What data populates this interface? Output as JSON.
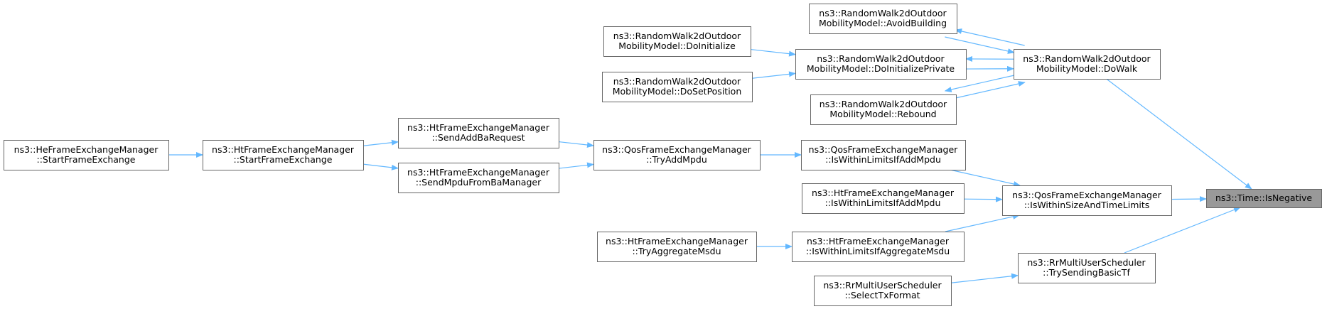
{
  "colors": {
    "edge": "#63b8ff",
    "node_border": "#666666",
    "node_fill": "#ffffff",
    "root_fill": "#999999"
  },
  "nodes": [
    {
      "id": "is_negative",
      "lines": [
        "ns3::Time::IsNegative"
      ],
      "root": true
    },
    {
      "id": "do_walk",
      "lines": [
        "ns3::RandomWalk2dOutdoor",
        "MobilityModel::DoWalk"
      ]
    },
    {
      "id": "avoid_building",
      "lines": [
        "ns3::RandomWalk2dOutdoor",
        "MobilityModel::AvoidBuilding"
      ]
    },
    {
      "id": "do_initialize_private",
      "lines": [
        "ns3::RandomWalk2dOutdoor",
        "MobilityModel::DoInitializePrivate"
      ]
    },
    {
      "id": "rebound",
      "lines": [
        "ns3::RandomWalk2dOutdoor",
        "MobilityModel::Rebound"
      ]
    },
    {
      "id": "do_initialize",
      "lines": [
        "ns3::RandomWalk2dOutdoor",
        "MobilityModel::DoInitialize"
      ]
    },
    {
      "id": "do_set_position",
      "lines": [
        "ns3::RandomWalk2dOutdoor",
        "MobilityModel::DoSetPosition"
      ]
    },
    {
      "id": "qos_is_within_size",
      "lines": [
        "ns3::QosFrameExchangeManager",
        "::IsWithinSizeAndTimeLimits"
      ]
    },
    {
      "id": "qos_is_within_limits_add",
      "lines": [
        "ns3::QosFrameExchangeManager",
        "::IsWithinLimitsIfAddMpdu"
      ]
    },
    {
      "id": "ht_is_within_limits_add",
      "lines": [
        "ns3::HtFrameExchangeManager",
        "::IsWithinLimitsIfAddMpdu"
      ]
    },
    {
      "id": "ht_is_within_limits_agg",
      "lines": [
        "ns3::HtFrameExchangeManager",
        "::IsWithinLimitsIfAggregateMsdu"
      ]
    },
    {
      "id": "qos_try_add_mpdu",
      "lines": [
        "ns3::QosFrameExchangeManager",
        "::TryAddMpdu"
      ]
    },
    {
      "id": "ht_send_add_ba",
      "lines": [
        "ns3::HtFrameExchangeManager",
        "::SendAddBaRequest"
      ]
    },
    {
      "id": "ht_send_mpdu_ba",
      "lines": [
        "ns3::HtFrameExchangeManager",
        "::SendMpduFromBaManager"
      ]
    },
    {
      "id": "ht_start_frame",
      "lines": [
        "ns3::HtFrameExchangeManager",
        "::StartFrameExchange"
      ]
    },
    {
      "id": "he_start_frame",
      "lines": [
        "ns3::HeFrameExchangeManager",
        "::StartFrameExchange"
      ]
    },
    {
      "id": "ht_try_agg_msdu",
      "lines": [
        "ns3::HtFrameExchangeManager",
        "::TryAggregateMsdu"
      ]
    },
    {
      "id": "rr_try_sending",
      "lines": [
        "ns3::RrMultiUserScheduler",
        "::TrySendingBasicTf"
      ]
    },
    {
      "id": "rr_select_tx",
      "lines": [
        "ns3::RrMultiUserScheduler",
        "::SelectTxFormat"
      ]
    }
  ],
  "edges": [
    {
      "from": "do_walk",
      "to": "is_negative"
    },
    {
      "from": "qos_is_within_size",
      "to": "is_negative"
    },
    {
      "from": "rr_try_sending",
      "to": "is_negative"
    },
    {
      "from": "do_walk",
      "to": "avoid_building"
    },
    {
      "from": "avoid_building",
      "to": "do_walk"
    },
    {
      "from": "do_walk",
      "to": "do_initialize_private"
    },
    {
      "from": "do_initialize_private",
      "to": "do_walk"
    },
    {
      "from": "do_walk",
      "to": "rebound"
    },
    {
      "from": "rebound",
      "to": "do_walk"
    },
    {
      "from": "do_initialize",
      "to": "do_initialize_private"
    },
    {
      "from": "do_set_position",
      "to": "do_initialize_private"
    },
    {
      "from": "qos_is_within_limits_add",
      "to": "qos_is_within_size"
    },
    {
      "from": "ht_is_within_limits_add",
      "to": "qos_is_within_size"
    },
    {
      "from": "ht_is_within_limits_agg",
      "to": "qos_is_within_size"
    },
    {
      "from": "qos_try_add_mpdu",
      "to": "qos_is_within_limits_add"
    },
    {
      "from": "ht_send_add_ba",
      "to": "qos_try_add_mpdu"
    },
    {
      "from": "ht_send_mpdu_ba",
      "to": "qos_try_add_mpdu"
    },
    {
      "from": "ht_start_frame",
      "to": "ht_send_add_ba"
    },
    {
      "from": "ht_start_frame",
      "to": "ht_send_mpdu_ba"
    },
    {
      "from": "he_start_frame",
      "to": "ht_start_frame"
    },
    {
      "from": "ht_try_agg_msdu",
      "to": "ht_is_within_limits_agg"
    },
    {
      "from": "rr_select_tx",
      "to": "rr_try_sending"
    }
  ]
}
